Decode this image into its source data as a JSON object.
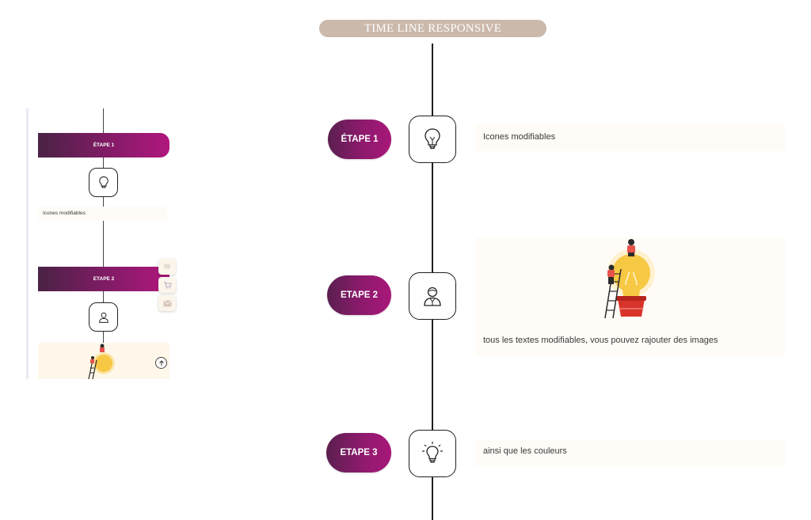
{
  "page": {
    "title": "TIME LINE RESPONSIVE"
  },
  "steps": [
    {
      "label": "ÉTAPE 1",
      "icon": "lightbulb-icon",
      "text": "Icones modifiables"
    },
    {
      "label": "ETAPE 2",
      "icon": "user-icon",
      "text": "tous les textes modifiables, vous pouvez rajouter des images"
    },
    {
      "label": "ETAPE 3",
      "icon": "idea-bulb-icon",
      "text": "ainsi que les couleurs"
    }
  ],
  "preview": {
    "step1_label": "ÉTAPE 1",
    "step1_text": "Icones modifiables",
    "step2_label": "ETAPE 2"
  },
  "colors": {
    "title_pill": "#cbb9ac",
    "step_gradient_start": "#5a1f4f",
    "step_gradient_end": "#a81779",
    "panel_bg": "#fffcf7",
    "bulb_yellow": "#f7c843",
    "pot_red": "#d9342b"
  }
}
